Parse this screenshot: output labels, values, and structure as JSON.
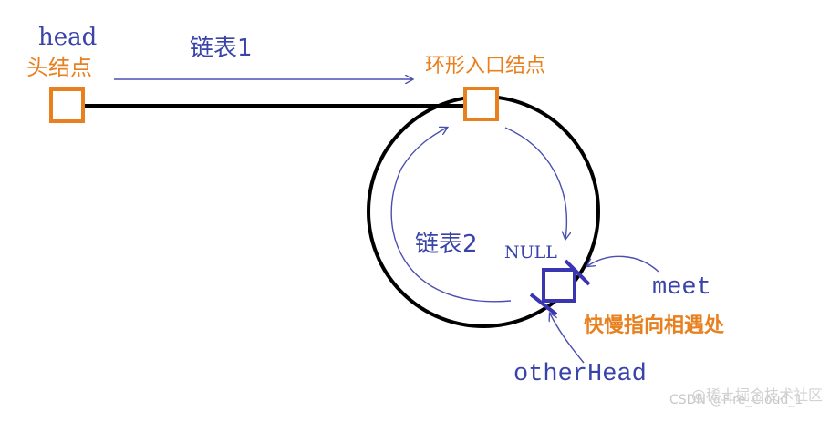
{
  "labels": {
    "head_en": "head",
    "head_cn": "头结点",
    "list1": "链表1",
    "entry": "环形入口结点",
    "list2": "链表2",
    "null": "NULL",
    "meet": "meet",
    "meet_desc": "快慢指向相遇处",
    "other_head": "otherHead"
  },
  "watermark": "CSDN @Fire_Cloud_1",
  "watermark_overlay": "@稀土掘金技术社区",
  "colors": {
    "blue_text": "#3a44a8",
    "orange": "#e8801f",
    "node_blue": "#3a35b0",
    "black": "#000000",
    "arrow": "#4a4fb0",
    "watermark": "#c8c8c8"
  }
}
